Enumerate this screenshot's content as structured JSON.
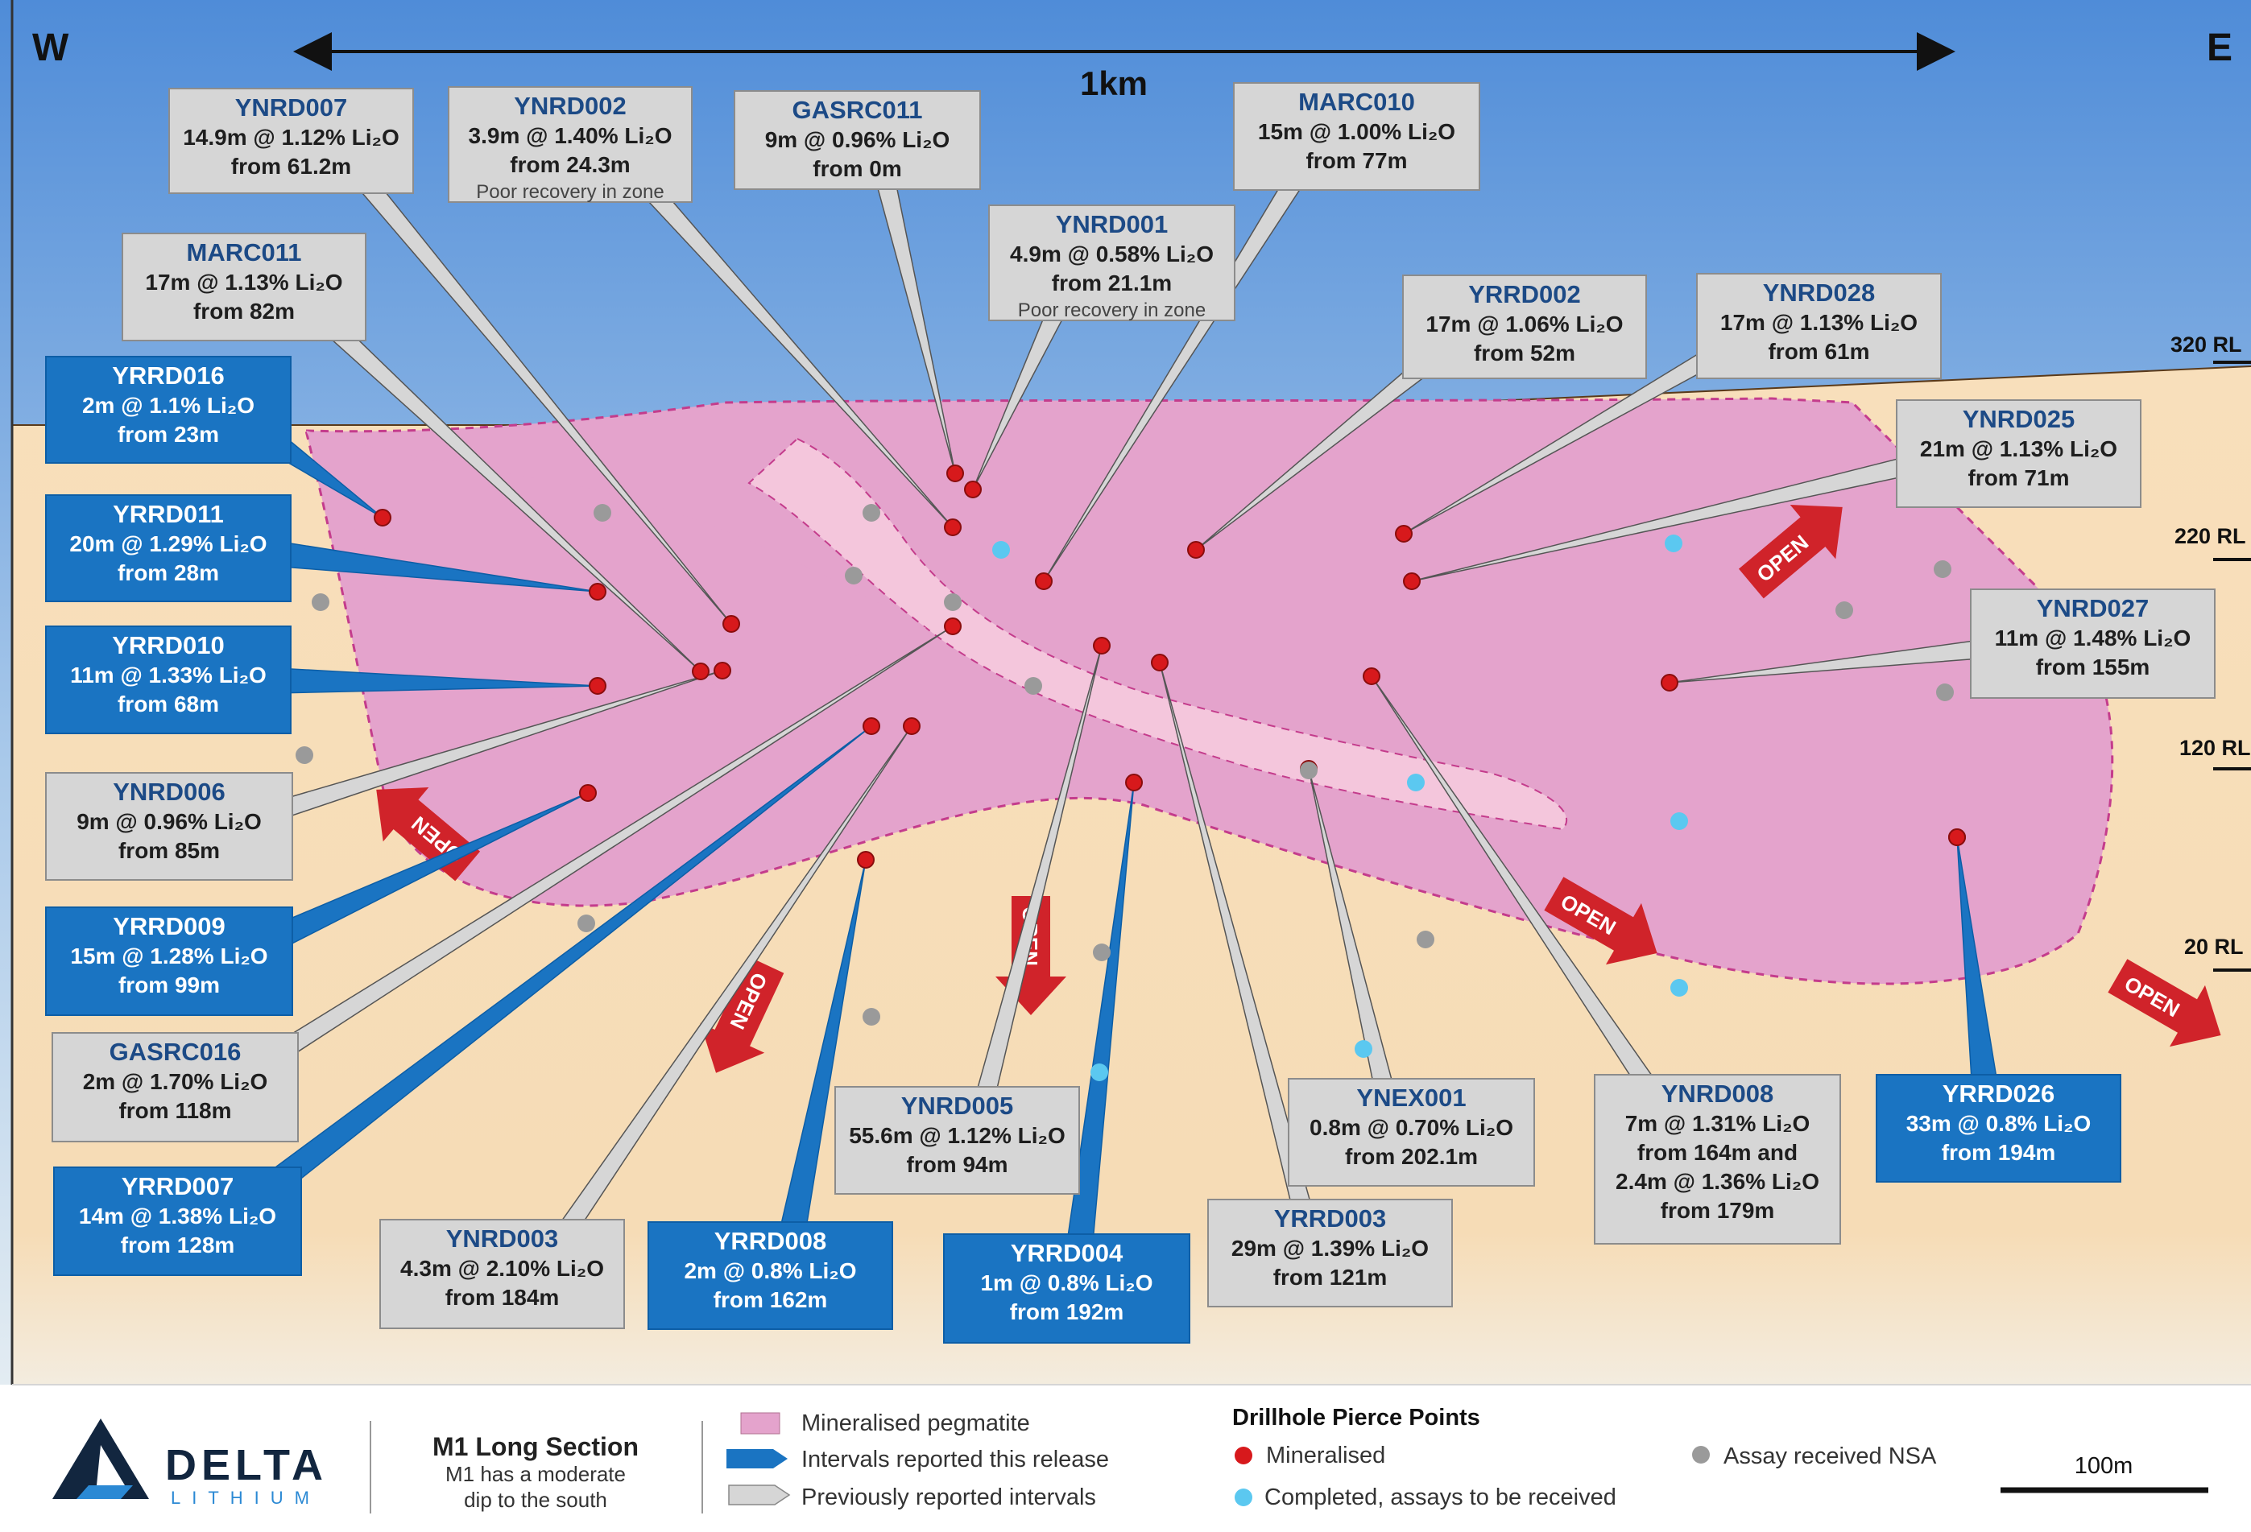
{
  "compass": {
    "west": "W",
    "east": "E"
  },
  "scale_bar_top": {
    "label": "1km"
  },
  "rl_labels": [
    "320 RL",
    "220 RL",
    "120 RL",
    "20 RL"
  ],
  "open_label": "OPEN",
  "colors": {
    "new_interval": "#1a74c2",
    "previous_interval": "#d6d6d6",
    "mineralised_dot": "#d7191c",
    "pending_dot": "#5bc8f0",
    "nsa_dot": "#9a9a9a",
    "pegmatite": "#e4a3cc",
    "pegmatite_light": "#f5c6d8",
    "ground": "#f6dcb6",
    "sky": "#5d95d8",
    "open_arrow": "#d0232a"
  },
  "callouts": [
    {
      "id": "ynrd007",
      "status": "previous",
      "hole": "YNRD007",
      "lines": [
        "14.9m @ 1.12% Li₂O",
        "from 61.2m"
      ]
    },
    {
      "id": "ynrd002",
      "status": "previous",
      "hole": "YNRD002",
      "lines": [
        "3.9m @ 1.40% Li₂O",
        "from 24.3m"
      ],
      "note": "Poor recovery in zone"
    },
    {
      "id": "gasrc011",
      "status": "previous",
      "hole": "GASRC011",
      "lines": [
        "9m @ 0.96% Li₂O",
        "from 0m"
      ]
    },
    {
      "id": "marc010",
      "status": "previous",
      "hole": "MARC010",
      "lines": [
        "15m @ 1.00% Li₂O",
        "from 77m"
      ]
    },
    {
      "id": "ynrd001",
      "status": "previous",
      "hole": "YNRD001",
      "lines": [
        "4.9m @ 0.58% Li₂O",
        "from 21.1m"
      ],
      "note": "Poor recovery in zone"
    },
    {
      "id": "marc011",
      "status": "previous",
      "hole": "MARC011",
      "lines": [
        "17m @ 1.13% Li₂O",
        "from 82m"
      ]
    },
    {
      "id": "yrrd002",
      "status": "previous",
      "hole": "YRRD002",
      "lines": [
        "17m @ 1.06% Li₂O",
        "from 52m"
      ]
    },
    {
      "id": "ynrd028",
      "status": "previous",
      "hole": "YNRD028",
      "lines": [
        "17m @ 1.13% Li₂O",
        "from 61m"
      ]
    },
    {
      "id": "ynrd025",
      "status": "previous",
      "hole": "YNRD025",
      "lines": [
        "21m @ 1.13% Li₂O",
        "from 71m"
      ]
    },
    {
      "id": "ynrd027",
      "status": "previous",
      "hole": "YNRD027",
      "lines": [
        "11m @ 1.48% Li₂O",
        "from 155m"
      ]
    },
    {
      "id": "yrrd016",
      "status": "new",
      "hole": "YRRD016",
      "lines": [
        "2m @ 1.1% Li₂O",
        "from 23m"
      ]
    },
    {
      "id": "yrrd011",
      "status": "new",
      "hole": "YRRD011",
      "lines": [
        "20m @ 1.29% Li₂O",
        "from 28m"
      ]
    },
    {
      "id": "yrrd010",
      "status": "new",
      "hole": "YRRD010",
      "lines": [
        "11m @ 1.33% Li₂O",
        "from 68m"
      ]
    },
    {
      "id": "ynrd006",
      "status": "previous",
      "hole": "YNRD006",
      "lines": [
        "9m @ 0.96% Li₂O",
        "from 85m"
      ]
    },
    {
      "id": "yrrd009",
      "status": "new",
      "hole": "YRRD009",
      "lines": [
        "15m @ 1.28% Li₂O",
        "from 99m"
      ]
    },
    {
      "id": "gasrc016",
      "status": "previous",
      "hole": "GASRC016",
      "lines": [
        "2m @ 1.70% Li₂O",
        "from 118m"
      ]
    },
    {
      "id": "yrrd007",
      "status": "new",
      "hole": "YRRD007",
      "lines": [
        "14m @ 1.38% Li₂O",
        "from 128m"
      ]
    },
    {
      "id": "ynrd003",
      "status": "previous",
      "hole": "YNRD003",
      "lines": [
        "4.3m @ 2.10% Li₂O",
        "from 184m"
      ]
    },
    {
      "id": "yrrd008",
      "status": "new",
      "hole": "YRRD008",
      "lines": [
        "2m @ 0.8% Li₂O",
        "from 162m"
      ]
    },
    {
      "id": "ynrd005",
      "status": "previous",
      "hole": "YNRD005",
      "lines": [
        "55.6m @ 1.12% Li₂O",
        "from 94m"
      ]
    },
    {
      "id": "yrrd004",
      "status": "new",
      "hole": "YRRD004",
      "lines": [
        "1m @ 0.8% Li₂O",
        "from 192m"
      ]
    },
    {
      "id": "yrrd003",
      "status": "previous",
      "hole": "YRRD003",
      "lines": [
        "29m @ 1.39% Li₂O",
        "from 121m"
      ]
    },
    {
      "id": "ynex001",
      "status": "previous",
      "hole": "YNEX001",
      "lines": [
        "0.8m @ 0.70% Li₂O",
        "from 202.1m"
      ]
    },
    {
      "id": "ynrd008",
      "status": "previous",
      "hole": "YNRD008",
      "lines": [
        "7m @ 1.31% Li₂O",
        "from 164m and",
        "2.4m @ 1.36% Li₂O",
        "from 179m"
      ]
    },
    {
      "id": "yrrd026",
      "status": "new",
      "hole": "YRRD026",
      "lines": [
        "33m @ 0.8% Li₂O",
        "from 194m"
      ]
    }
  ],
  "legend": {
    "brand_name": "DELTA",
    "brand_sub": "LITHIUM",
    "section_title": "M1 Long Section",
    "section_sub": [
      "M1 has a moderate",
      "dip to the south"
    ],
    "swatches": [
      {
        "label": "Mineralised pegmatite"
      },
      {
        "label": "Intervals reported this release"
      },
      {
        "label": "Previously reported intervals"
      }
    ],
    "pierce_title": "Drillhole Pierce Points",
    "pierce_items": [
      {
        "label": "Mineralised"
      },
      {
        "label": "Completed, assays to be received"
      },
      {
        "label": "Assay received NSA"
      }
    ],
    "scale_label": "100m"
  }
}
